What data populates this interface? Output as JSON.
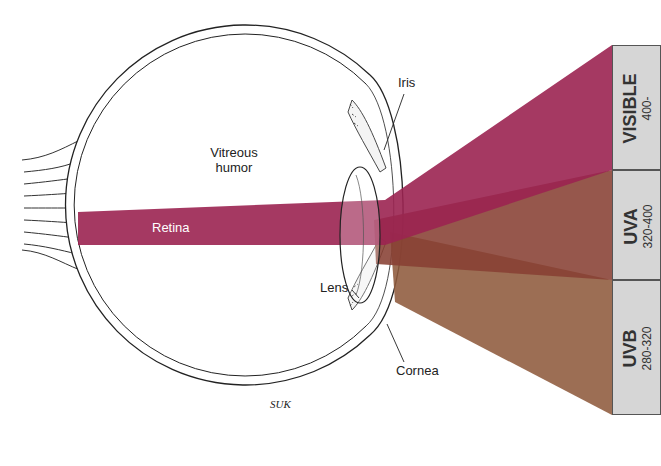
{
  "diagram": {
    "nodes": [
      {
        "text": [
          "VISIBLE",
          "400-"
        ]
      },
      {
        "text": [
          "UVA",
          "320-400"
        ]
      },
      {
        "text": [
          "UVB",
          "280-320"
        ]
      }
    ],
    "labels": [
      "Vitreous humor",
      "Retina",
      "Iris",
      "Lens",
      "Cornea",
      "SUK"
    ]
  }
}
